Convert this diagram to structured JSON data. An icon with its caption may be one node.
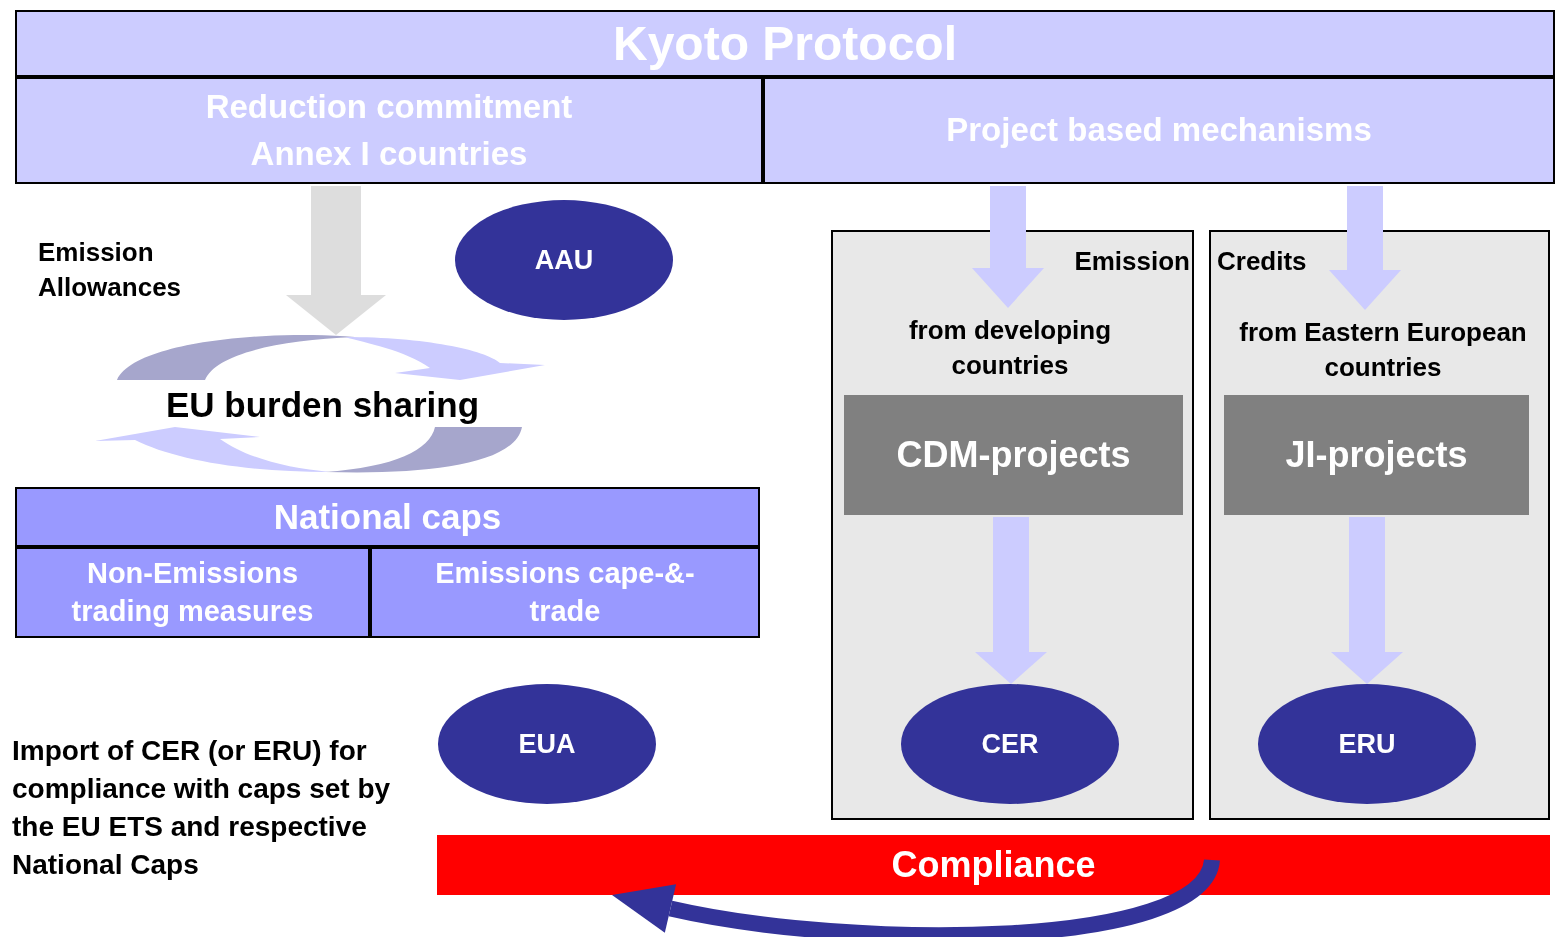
{
  "diagram": {
    "nodes": [
      {
        "text": [
          "Kyoto Protocol"
        ]
      },
      {
        "text": [
          "Reduction commitment Annex I countries"
        ]
      },
      {
        "text": [
          "Project based mechanisms"
        ]
      },
      {
        "text": [
          "AAU"
        ]
      },
      {
        "text": [
          "EU burden sharing"
        ]
      },
      {
        "text": [
          "National caps"
        ]
      },
      {
        "text": [
          "Non-Emissions trading measures"
        ]
      },
      {
        "text": [
          "Emissions cape-&-trade"
        ]
      },
      {
        "text": [
          "EUA"
        ]
      },
      {
        "text": [
          "Emission"
        ]
      },
      {
        "text": [
          "from developing countries"
        ],
        "in": 9
      },
      {
        "text": [
          "CDM-projects"
        ],
        "in": 9
      },
      {
        "text": [
          "CER"
        ],
        "in": 9
      },
      {
        "text": [
          "Credits"
        ]
      },
      {
        "text": [
          "from Eastern European countries"
        ],
        "in": 13
      },
      {
        "text": [
          "JI-projects"
        ],
        "in": 13
      },
      {
        "text": [
          "ERU"
        ],
        "in": 13
      },
      {
        "text": [
          "Compliance"
        ]
      }
    ],
    "edges": [
      {
        "from": 1,
        "to": 4,
        "arrow": "to",
        "color": "#dddddd"
      },
      {
        "from": 2,
        "to": 10,
        "arrow": "to",
        "color": "#ccccff"
      },
      {
        "from": 2,
        "to": 14,
        "arrow": "to",
        "color": "#ccccff"
      },
      {
        "from": 11,
        "to": 12,
        "arrow": "to",
        "color": "#ccccff"
      },
      {
        "from": 15,
        "to": 16,
        "arrow": "to",
        "color": "#ccccff"
      },
      {
        "from": null,
        "to": 17,
        "arrow": "to",
        "color": "#333399"
      }
    ],
    "labels": [
      "Emission Allowances",
      "Import of CER (or ERU) for compliance with caps set by the EU ETS and respective National Caps"
    ]
  }
}
